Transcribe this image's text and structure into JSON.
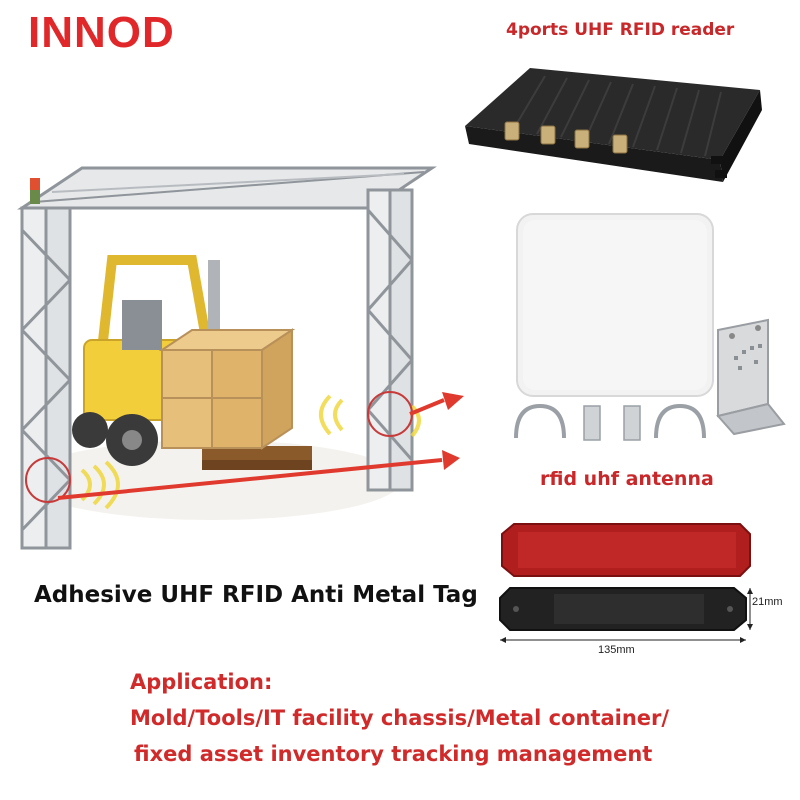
{
  "brand": "INNOD",
  "reader": {
    "label": "4ports UHF RFID reader"
  },
  "antenna": {
    "label": "rfid uhf antenna"
  },
  "tag": {
    "title": "Adhesive UHF RFID Anti Metal Tag",
    "width_label": "135mm",
    "height_label": "21mm"
  },
  "application": {
    "heading": "Application:",
    "line1": "Mold/Tools/IT facility chassis/Metal container/",
    "line2": "fixed asset  inventory tracking management"
  },
  "colors": {
    "brand": "#e0282a",
    "label": "#c8282a",
    "box": "#e0b870",
    "forklift": "#f2cf3a"
  },
  "icons": [
    "rfid-gate-illustration",
    "forklift-icon",
    "rfid-reader-device",
    "antenna-panel",
    "mounting-bracket",
    "rfid-tag"
  ]
}
